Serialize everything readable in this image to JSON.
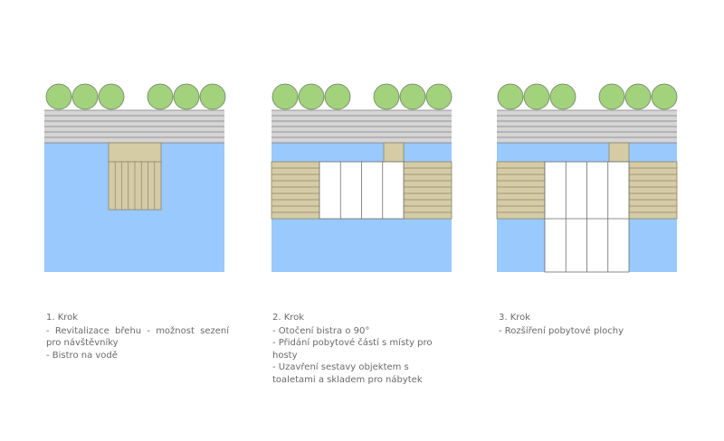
{
  "steps": [
    {
      "title": "1. Krok",
      "lines": [
        "- Revitalizace břehu - možnost sezení",
        "pro návštěvníky",
        "- Bistro na vodě"
      ]
    },
    {
      "title": "2. Krok",
      "lines": [
        "- Otočení bistra o 90°",
        "- Přidání pobytové částí s místy pro",
        "hosty",
        "- Uzavření sestavy objektem s",
        "toaletami a skladem pro nábytek"
      ]
    },
    {
      "title": "3. Krok",
      "lines": [
        "- Rozšíření pobytové plochy"
      ]
    }
  ],
  "colors": {
    "water": "#99c9fd",
    "tree_fill": "#a2d27c",
    "tree_stroke": "#6f7f67",
    "bank": "#d5d5d5",
    "bank_line": "#7d7d7d",
    "deck": "#d5cca6",
    "deck_line": "#8d8468",
    "pavilion": "#ffffff",
    "outline": "#6c6c6c",
    "caption": "#6a6a6a"
  },
  "icons": [
    "tree-icon"
  ]
}
